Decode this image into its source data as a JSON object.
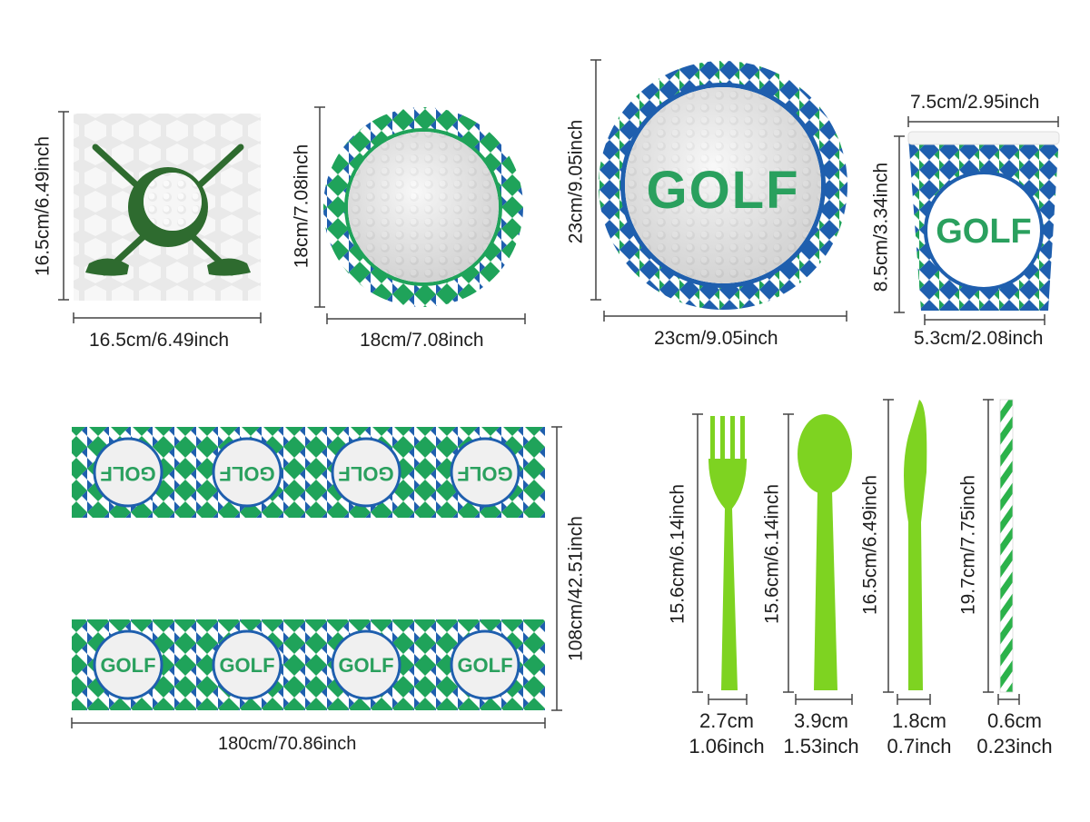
{
  "colors": {
    "green": "#1fa35a",
    "blue": "#1f5fae",
    "dark_green": "#2e6b2f",
    "utensil_green": "#7ed321",
    "golf_text": "#2aa05e"
  },
  "products": {
    "napkin": {
      "height": "16.5cm/6.49inch",
      "width": "16.5cm/6.49inch"
    },
    "small_plate": {
      "height": "18cm/7.08inch",
      "width": "18cm/7.08inch"
    },
    "large_plate": {
      "height": "23cm/9.05inch",
      "width": "23cm/9.05inch",
      "label": "GOLF"
    },
    "cup": {
      "top": "7.5cm/2.95inch",
      "height": "8.5cm/3.34inch",
      "bottom": "5.3cm/2.08inch",
      "label": "GOLF"
    },
    "tablecloth": {
      "height": "108cm/42.51inch",
      "width": "180cm/70.86inch",
      "label": "GOLF"
    },
    "fork": {
      "length": "15.6cm/6.14inch",
      "width_cm": "2.7cm",
      "width_in": "1.06inch"
    },
    "spoon": {
      "length": "15.6cm/6.14inch",
      "width_cm": "3.9cm",
      "width_in": "1.53inch"
    },
    "knife": {
      "length": "16.5cm/6.49inch",
      "width_cm": "1.8cm",
      "width_in": "0.7inch"
    },
    "straw": {
      "length": "19.7cm/7.75inch",
      "width_cm": "0.6cm",
      "width_in": "0.23inch"
    }
  }
}
